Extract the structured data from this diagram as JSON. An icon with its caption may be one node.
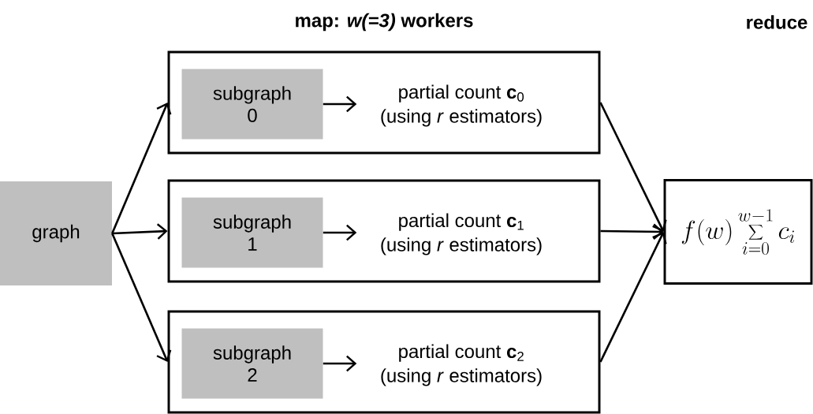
{
  "diagram": {
    "nodes": [
      {
        "text": [
          "graph"
        ]
      },
      {
        "text": [],
        "shape": "box"
      },
      {
        "text": [
          "subgraph 0"
        ],
        "in": 1
      },
      {
        "text": [
          "partial count **c**$_{0}$",
          "(using *r* estimators)"
        ],
        "in": 1
      },
      {
        "text": [],
        "shape": "box"
      },
      {
        "text": [
          "subgraph 1"
        ],
        "in": 4
      },
      {
        "text": [
          "partial count **c**$_{1}$",
          "(using *r* estimators)"
        ],
        "in": 4
      },
      {
        "text": [],
        "shape": "box"
      },
      {
        "text": [
          "subgraph 2"
        ],
        "in": 7
      },
      {
        "text": [
          "partial count **c**$_{2}$",
          "(using *r* estimators)"
        ],
        "in": 7
      },
      {
        "text": [
          "f(w)\\sum_{i=0}^{w-1} c_i"
        ]
      }
    ],
    "edges": [
      {
        "from": 0,
        "to": 1,
        "arrow": "to"
      },
      {
        "from": 0,
        "to": 4,
        "arrow": "to"
      },
      {
        "from": 0,
        "to": 7,
        "arrow": "to"
      },
      {
        "from": 2,
        "to": 3,
        "arrow": "to"
      },
      {
        "from": 5,
        "to": 6,
        "arrow": "to"
      },
      {
        "from": 8,
        "to": 9,
        "arrow": "to"
      },
      {
        "from": 1,
        "to": 10,
        "arrow": "to"
      },
      {
        "from": 4,
        "to": 10,
        "arrow": "to"
      },
      {
        "from": 7,
        "to": 10,
        "arrow": "to"
      }
    ],
    "labels": [
      "map: *w(=3)* workers",
      "reduce"
    ]
  }
}
